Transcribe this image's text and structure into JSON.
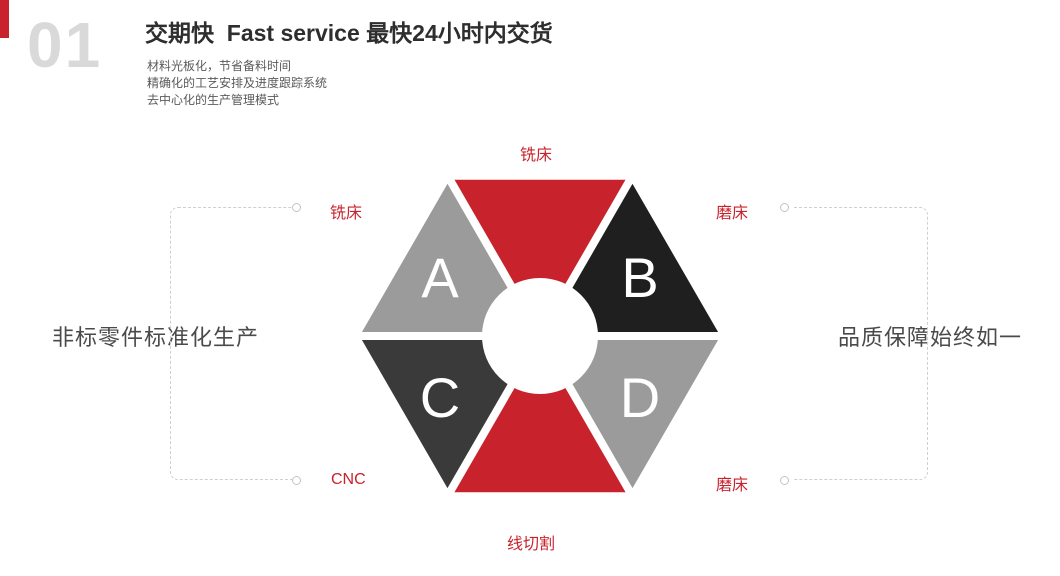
{
  "colors": {
    "accent_red": "#c8232c",
    "segment_gray": "#9b9b9b",
    "segment_black": "#1f1f1f",
    "segment_dark": "#3a3a3a",
    "number_gray": "#d9d9d9"
  },
  "header": {
    "number": "01",
    "title": "交期快  Fast service 最快24小时内交货",
    "bullets": [
      "材料光板化，节省备料时间",
      "精确化的工艺安排及进度跟踪系统",
      "去中心化的生产管理模式"
    ]
  },
  "captions": {
    "left": "非标零件标准化生产",
    "right": "品质保障始终如一"
  },
  "diagram": {
    "labels": {
      "top": "铣床",
      "upper_left": "铣床",
      "upper_right": "磨床",
      "lower_left": "CNC",
      "lower_right": "磨床",
      "bottom": "线切割"
    },
    "segments": {
      "top": {
        "color": "#c8232c"
      },
      "upper_left": {
        "letter": "A",
        "color": "#9b9b9b"
      },
      "upper_right": {
        "letter": "B",
        "color": "#1f1f1f"
      },
      "lower_left": {
        "letter": "C",
        "color": "#3a3a3a"
      },
      "lower_right": {
        "letter": "D",
        "color": "#9b9b9b"
      },
      "bottom": {
        "color": "#c8232c"
      }
    }
  }
}
